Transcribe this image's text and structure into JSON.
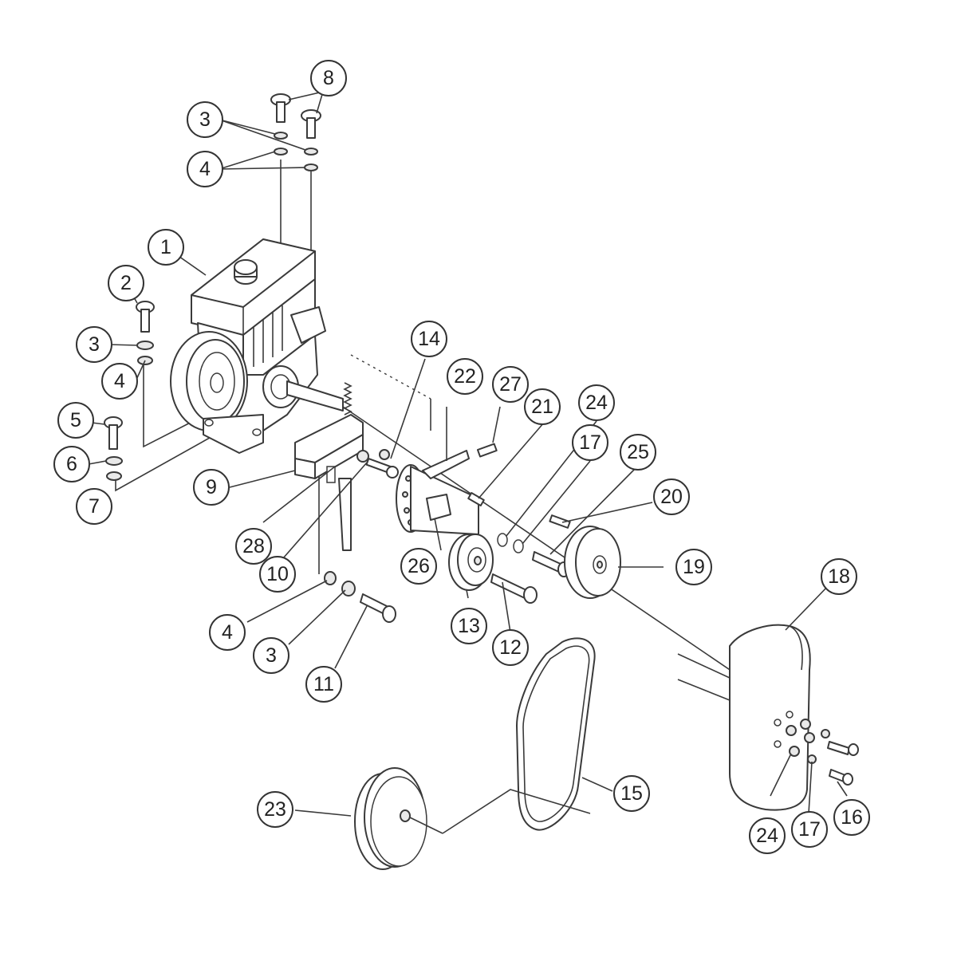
{
  "diagram": {
    "type": "exploded-parts-diagram",
    "callouts": [
      {
        "id": "c1",
        "label": "1"
      },
      {
        "id": "c2",
        "label": "2"
      },
      {
        "id": "c3a",
        "label": "3"
      },
      {
        "id": "c3b",
        "label": "3"
      },
      {
        "id": "c3c",
        "label": "3"
      },
      {
        "id": "c4a",
        "label": "4"
      },
      {
        "id": "c4b",
        "label": "4"
      },
      {
        "id": "c4c",
        "label": "4"
      },
      {
        "id": "c5",
        "label": "5"
      },
      {
        "id": "c6",
        "label": "6"
      },
      {
        "id": "c7",
        "label": "7"
      },
      {
        "id": "c8",
        "label": "8"
      },
      {
        "id": "c9",
        "label": "9"
      },
      {
        "id": "c10",
        "label": "10"
      },
      {
        "id": "c11",
        "label": "11"
      },
      {
        "id": "c12",
        "label": "12"
      },
      {
        "id": "c13",
        "label": "13"
      },
      {
        "id": "c14",
        "label": "14"
      },
      {
        "id": "c15",
        "label": "15"
      },
      {
        "id": "c16",
        "label": "16"
      },
      {
        "id": "c17a",
        "label": "17"
      },
      {
        "id": "c17b",
        "label": "17"
      },
      {
        "id": "c18",
        "label": "18"
      },
      {
        "id": "c19",
        "label": "19"
      },
      {
        "id": "c20",
        "label": "20"
      },
      {
        "id": "c21",
        "label": "21"
      },
      {
        "id": "c22",
        "label": "22"
      },
      {
        "id": "c23",
        "label": "23"
      },
      {
        "id": "c24a",
        "label": "24"
      },
      {
        "id": "c24b",
        "label": "24"
      },
      {
        "id": "c25",
        "label": "25"
      },
      {
        "id": "c26",
        "label": "26"
      },
      {
        "id": "c27",
        "label": "27"
      },
      {
        "id": "c28",
        "label": "28"
      }
    ]
  }
}
